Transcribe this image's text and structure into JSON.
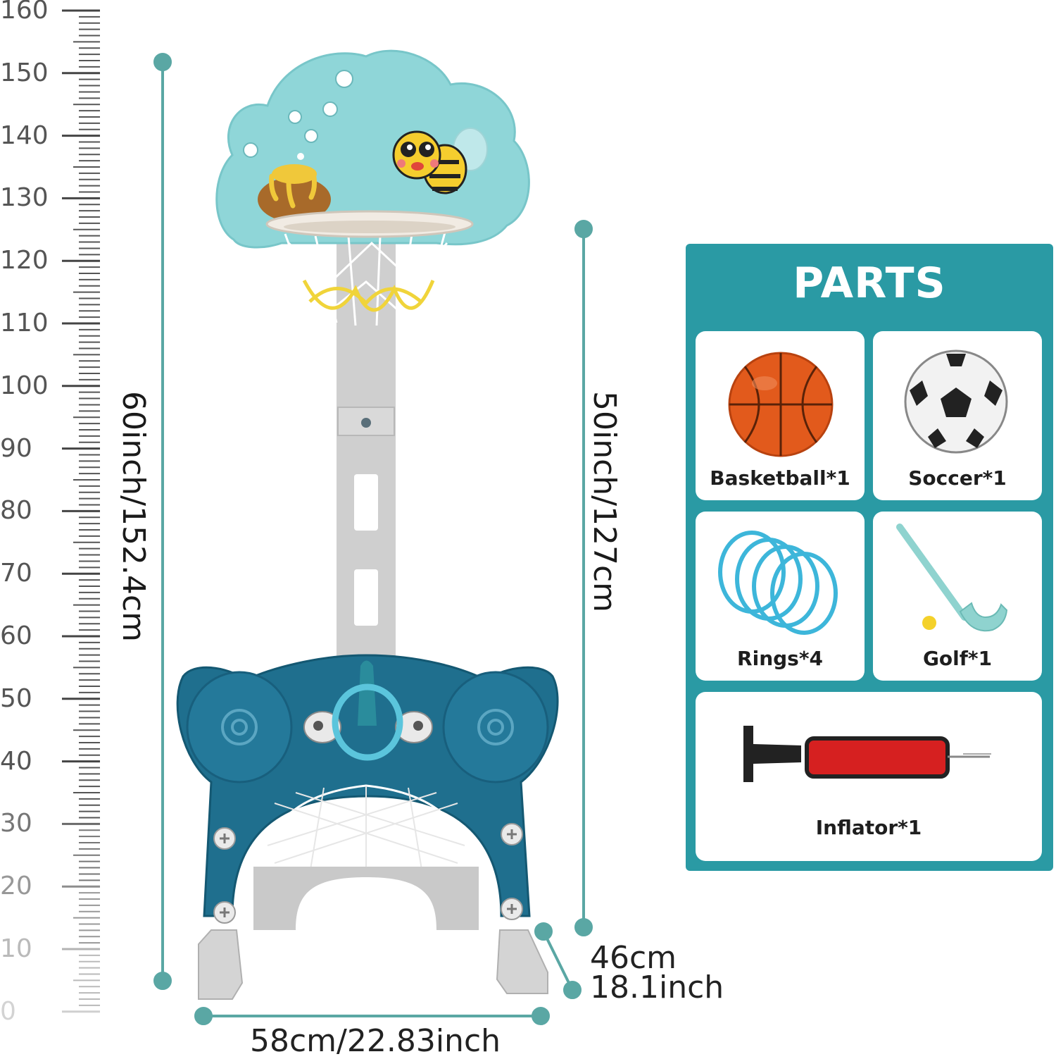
{
  "ruler": {
    "labels": [
      "160",
      "150",
      "140",
      "130",
      "120",
      "110",
      "100",
      "90",
      "80",
      "70",
      "60",
      "50",
      "40",
      "30",
      "20",
      "10",
      "0"
    ]
  },
  "dimensions": {
    "total_height": "60inch/152.4cm",
    "pole_height": "50inch/127cm",
    "depth_cm": "46cm",
    "depth_inch": "18.1inch",
    "width": "58cm/22.83inch"
  },
  "parts": {
    "title": "PARTS",
    "items": [
      {
        "label": "Basketball*1",
        "icon": "basketball-icon"
      },
      {
        "label": "Soccer*1",
        "icon": "soccer-ball-icon"
      },
      {
        "label": "Rings*4",
        "icon": "rings-icon"
      },
      {
        "label": "Golf*1",
        "icon": "golf-club-icon"
      },
      {
        "label": "Inflator*1",
        "icon": "pump-icon"
      }
    ]
  },
  "colors": {
    "teal_panel": "#2a9aa4",
    "dimension_line": "#5aa7a4",
    "cloud_backboard": "#8fd6d8",
    "base_blue": "#1f6f8e",
    "pole_grey": "#cfcfcf"
  }
}
